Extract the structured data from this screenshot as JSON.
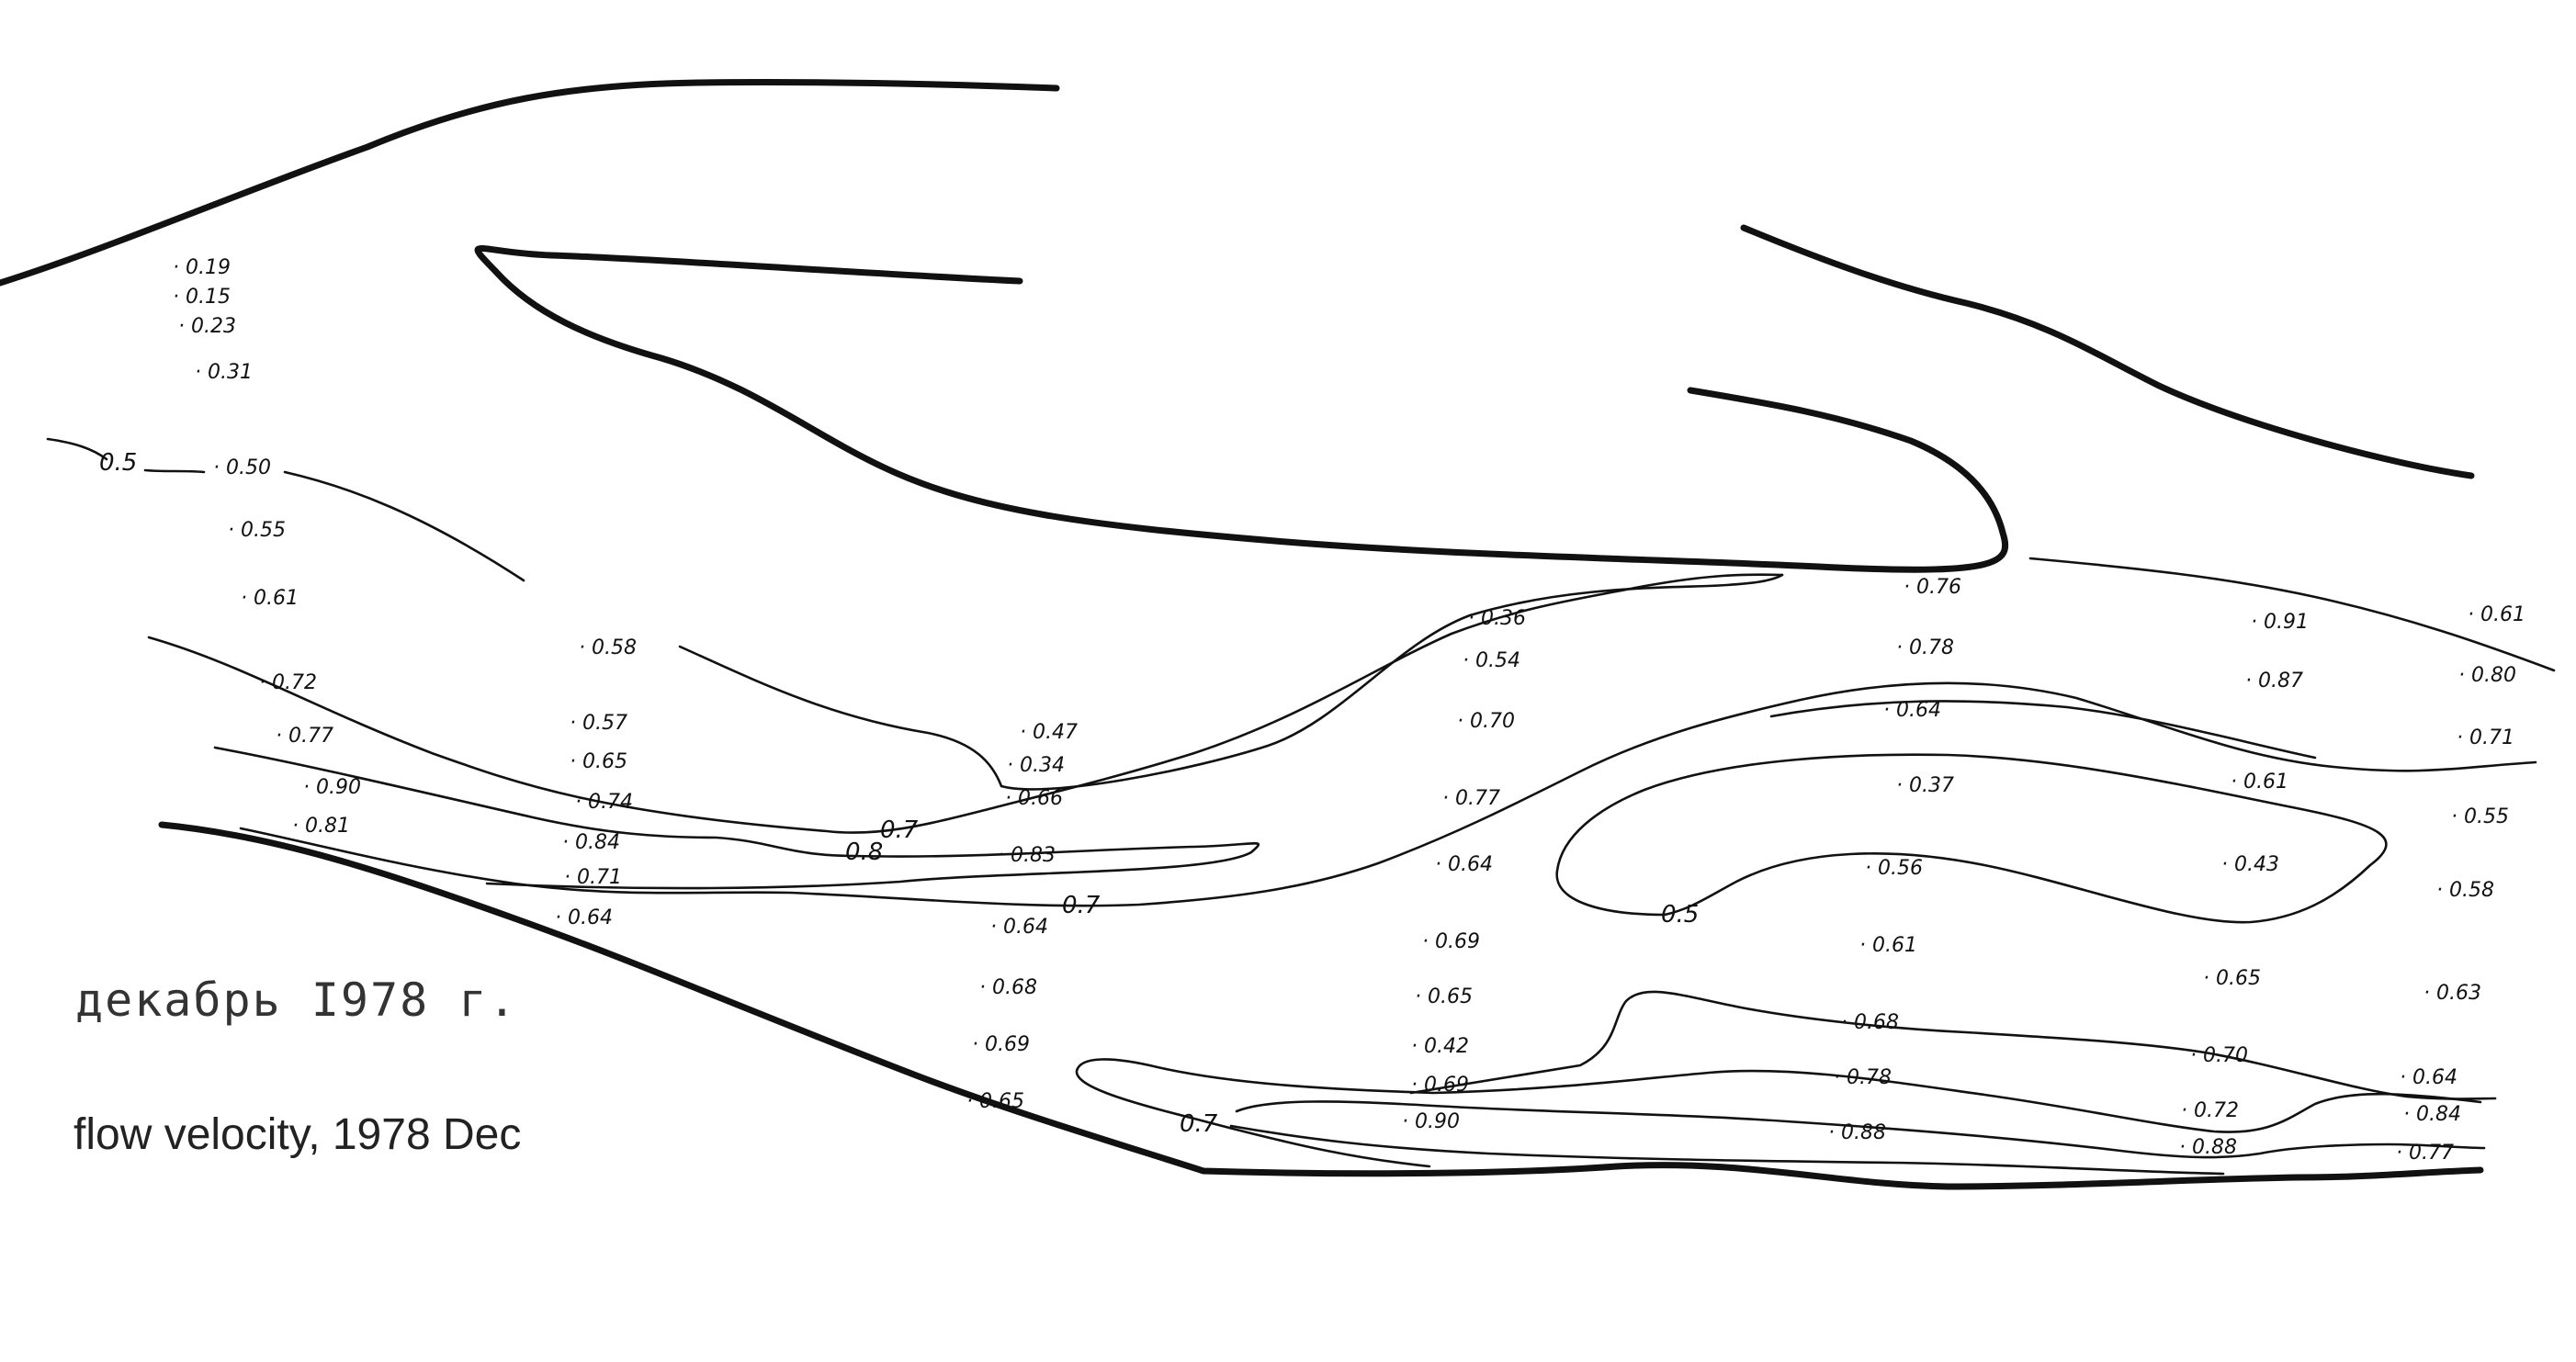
{
  "caption_ru": "декабрь I978 г.",
  "caption_en": "flow velocity, 1978 Dec",
  "isoline_labels": [
    "0.5",
    "0.7",
    "0.8",
    "0.7",
    "0.5",
    "0.7"
  ],
  "measurements": [
    "0.19",
    "0.15",
    "0.23",
    "0.31",
    "0.50",
    "0.55",
    "0.61",
    "0.72",
    "0.77",
    "0.90",
    "0.81",
    "0.58",
    "0.57",
    "0.65",
    "0.74",
    "0.84",
    "0.71",
    "0.64",
    "0.47",
    "0.34",
    "0.66",
    "0.83",
    "0.64",
    "0.68",
    "0.69",
    "0.65",
    "0.36",
    "0.54",
    "0.70",
    "0.77",
    "0.64",
    "0.69",
    "0.65",
    "0.42",
    "0.69",
    "0.90",
    "0.76",
    "0.78",
    "0.64",
    "0.37",
    "0.56",
    "0.61",
    "0.68",
    "0.78",
    "0.88",
    "0.91",
    "0.87",
    "0.61",
    "0.43",
    "0.65",
    "0.70",
    "0.72",
    "0.88",
    "0.61",
    "0.80",
    "0.71",
    "0.55",
    "0.58",
    "0.63",
    "0.64",
    "0.84",
    "0.77"
  ]
}
